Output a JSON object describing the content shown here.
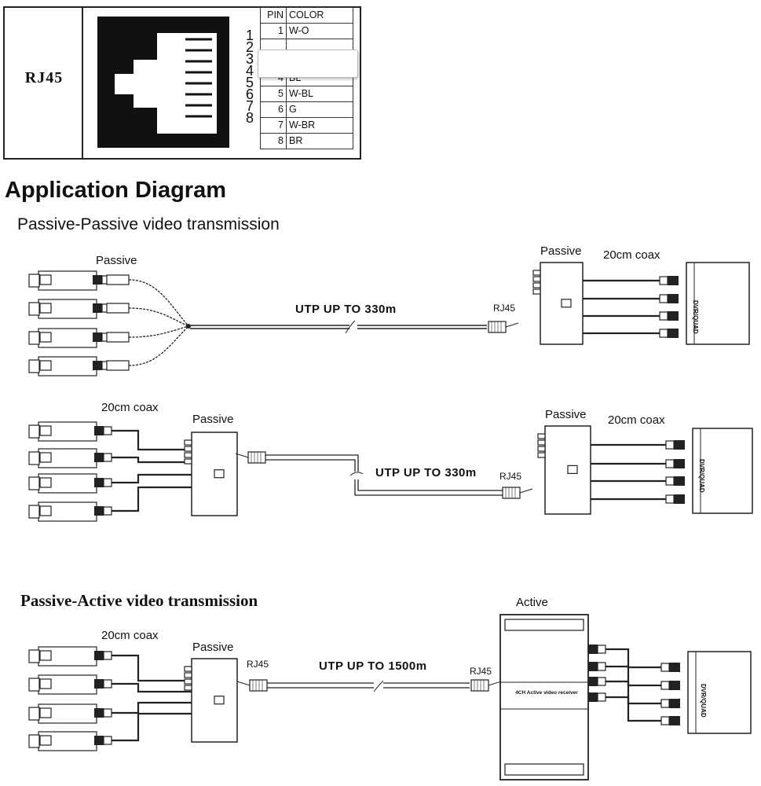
{
  "rj45_block": {
    "label": "RJ45",
    "table_headers": [
      "PIN",
      "COLOR"
    ],
    "pins": [
      {
        "pin": "1",
        "color": "W-O"
      },
      {
        "pin": "",
        "color": ""
      },
      {
        "pin": "",
        "color": ""
      },
      {
        "pin": "4",
        "color": "BL"
      },
      {
        "pin": "5",
        "color": "W-BL"
      },
      {
        "pin": "6",
        "color": "G"
      },
      {
        "pin": "7",
        "color": "W-BR"
      },
      {
        "pin": "8",
        "color": "BR"
      }
    ],
    "jack_pin_numbers": [
      "1",
      "2",
      "3",
      "4",
      "5",
      "6",
      "7",
      "8"
    ]
  },
  "title": "Application Diagram",
  "section1": {
    "heading": "Passive-Passive video transmission",
    "row1": {
      "left_label": "Passive",
      "cable_label": "UTP UP TO 330m",
      "rj45_label": "RJ45",
      "right_label": "Passive",
      "coax_label": "20cm coax",
      "dvr_label": "DVR/QUAD"
    },
    "row2": {
      "coax_left_label": "20cm coax",
      "left_label": "Passive",
      "cable_label": "UTP UP TO 330m",
      "rj45_label": "RJ45",
      "right_label": "Passive",
      "coax_right_label": "20cm coax",
      "dvr_label": "DVR/QUAD"
    }
  },
  "section2": {
    "heading": "Passive-Active video transmission",
    "coax_label": "20cm coax",
    "passive_label": "Passive",
    "rj45_left": "RJ45",
    "cable_label": "UTP UP TO 1500m",
    "rj45_right": "RJ45",
    "active_label": "Active",
    "active_box_text": "4CH Active video receiver",
    "dvr_label": "DVR/QUAD"
  }
}
